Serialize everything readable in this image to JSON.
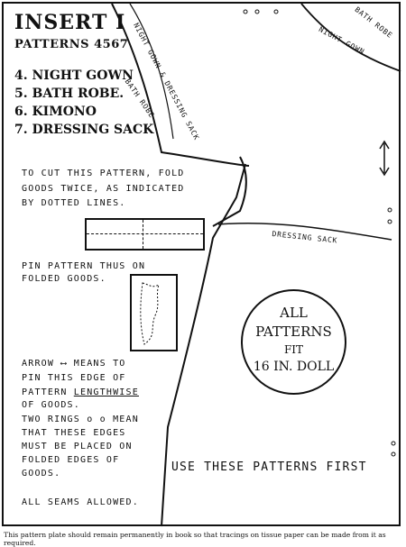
{
  "header": {
    "title": "INSERT I",
    "patterns": "PATTERNS 4567"
  },
  "items": [
    "4. NIGHT GOWN",
    "5. BATH ROBE.",
    "6. KIMONO",
    "7. DRESSING SACK"
  ],
  "curve_labels": {
    "night_gown_dressing_sack": "NIGHT GOWN & DRESSING SACK",
    "bath_robe": "BATH ROBE",
    "bath_robe_top": "BATH ROBE",
    "night_gown": "NIGHT GOWN",
    "dressing_sack": "DRESSING SACK"
  },
  "instructions": {
    "cut_line1": "TO CUT THIS PATTERN, FOLD",
    "cut_line2": "GOODS TWICE, AS INDICATED",
    "cut_line3": "BY DOTTED LINES.",
    "pin_line1": "PIN PATTERN THUS ON",
    "pin_line2": "FOLDED GOODS.",
    "arrow_line1": "ARROW ⟷ MEANS TO",
    "arrow_line2": "PIN THIS EDGE OF",
    "arrow_line3a": "PATTERN ",
    "arrow_line3b": "LENGTHWISE",
    "arrow_line4": "OF GOODS.",
    "rings_line1": "TWO RINGS o o MEAN",
    "rings_line2": "THAT THESE EDGES",
    "rings_line3": "MUST BE PLACED ON",
    "rings_line4": "FOLDED EDGES OF",
    "rings_line5": "GOODS.",
    "seams": "ALL SEAMS ALLOWED."
  },
  "circle": {
    "line1": "ALL",
    "line2": "PATTERNS",
    "line3": "FIT",
    "line4": "16 IN. DOLL"
  },
  "use_first": "USE THESE PATTERNS FIRST",
  "footer": "This pattern plate should remain permanently in book so that tracings on tissue paper can be made from it as required."
}
